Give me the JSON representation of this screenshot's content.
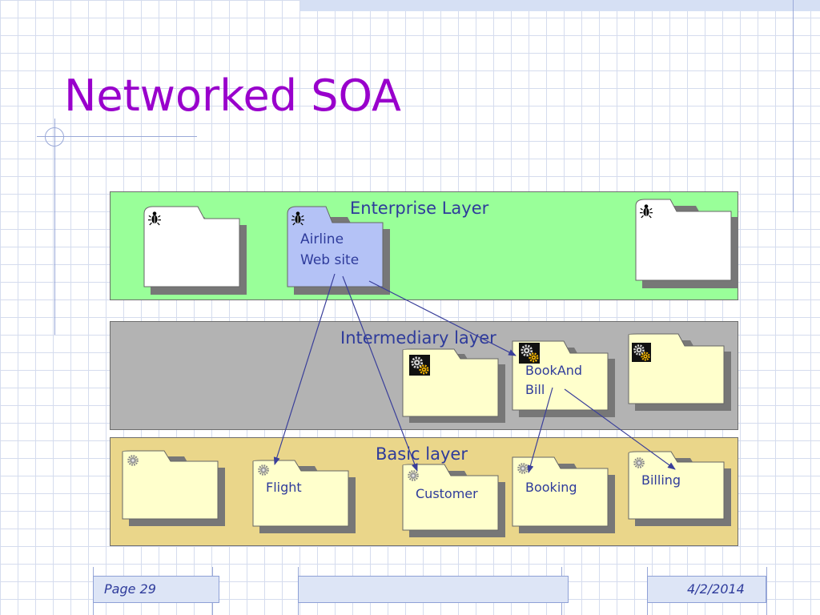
{
  "title": "Networked SOA",
  "layers": {
    "enterprise": "Enterprise Layer",
    "intermediary": "Intermediary layer",
    "basic": "Basic layer"
  },
  "folders": {
    "airline_line1": "Airline",
    "airline_line2": "Web site",
    "bookandbill_line1": "BookAnd",
    "bookandbill_line2": "Bill",
    "flight": "Flight",
    "customer": "Customer",
    "booking": "Booking",
    "billing": "Billing"
  },
  "icons": {
    "enterprise": "bug-icon",
    "intermediary": "gears-icon",
    "basic": "gear-icon"
  },
  "colors": {
    "title": "#9900cc",
    "enterprise_layer": "#99ff99",
    "intermediary_layer": "#b3b3b3",
    "basic_layer": "#ead68a",
    "folder_white": "#ffffff",
    "folder_yellow": "#ffffcc",
    "folder_highlight": "#b4c2f6",
    "arrow": "#3a3f9a"
  },
  "footer": {
    "page": "Page 29",
    "date": "4/2/2014"
  }
}
